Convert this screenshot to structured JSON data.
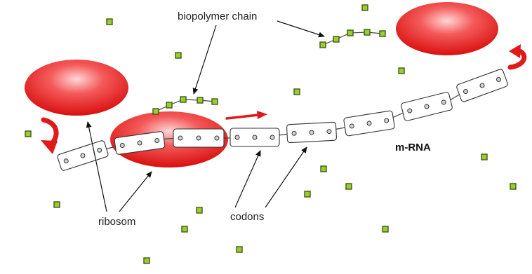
{
  "labels": {
    "biopolymer_chain": "biopolymer chain",
    "mrna": "m-RNA",
    "ribosom": "ribosom",
    "codons": "codons"
  },
  "colors": {
    "ribosome_red": "#e31c1c",
    "amino_acid_green": "#9acd32",
    "arrow_red": "#e01a1a"
  }
}
